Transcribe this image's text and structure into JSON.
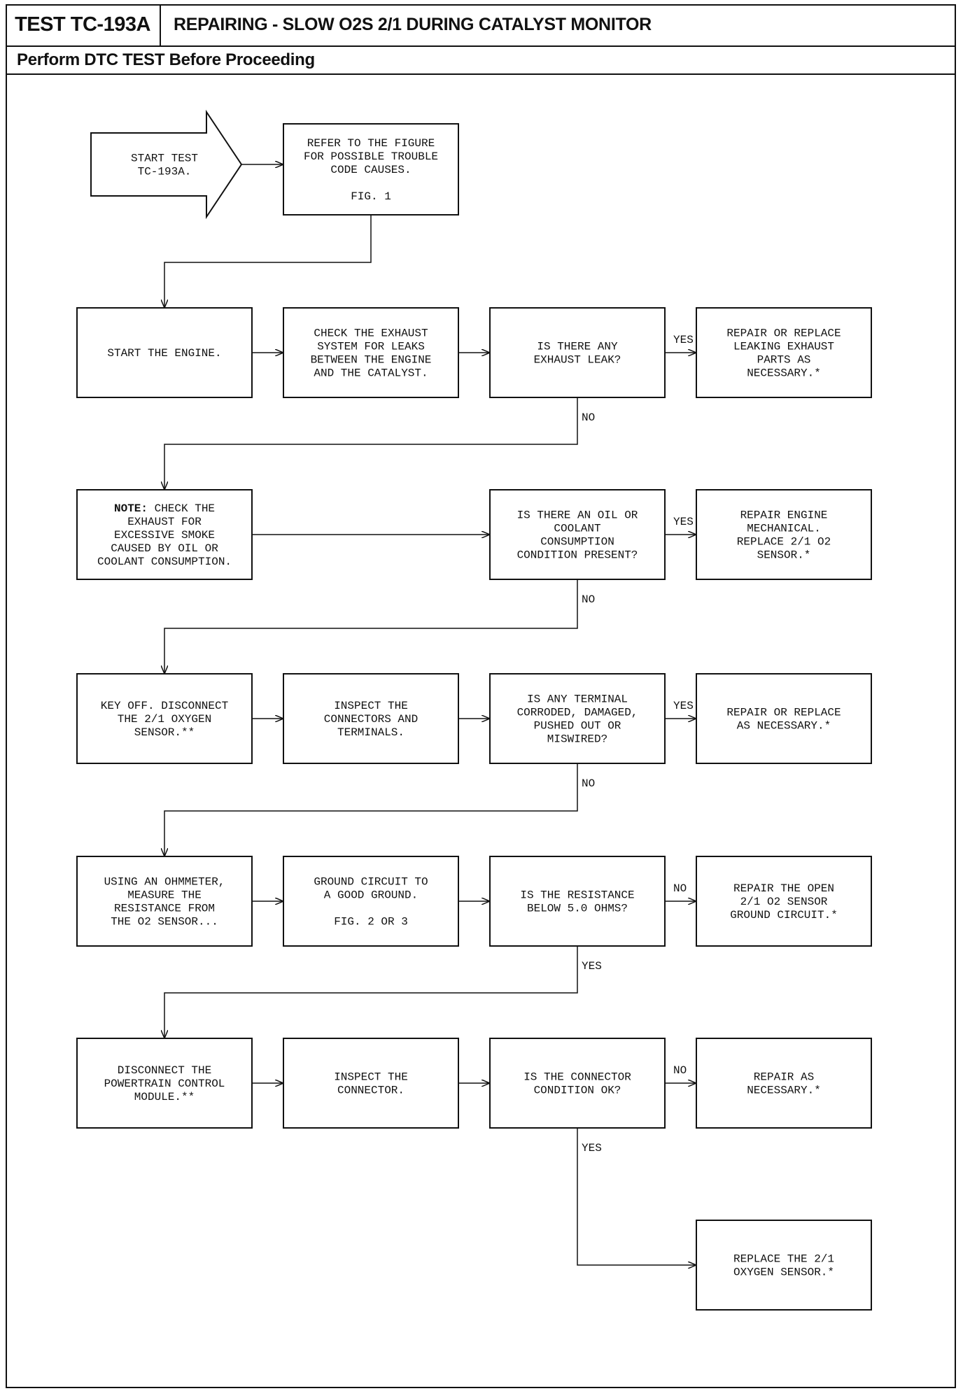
{
  "header": {
    "test_id": "TEST TC-193A",
    "title": "REPAIRING - SLOW O2S 2/1 DURING CATALYST MONITOR",
    "subtitle": "Perform DTC TEST Before Proceeding"
  },
  "nodes": {
    "start": {
      "lines": [
        "START TEST",
        "TC-193A."
      ]
    },
    "refer": {
      "lines": [
        "REFER TO THE FIGURE",
        "FOR POSSIBLE TROUBLE",
        "CODE CAUSES.",
        "",
        "FIG. 1"
      ]
    },
    "start_engine": {
      "lines": [
        "START THE ENGINE."
      ]
    },
    "check_exhaust": {
      "lines": [
        "CHECK THE EXHAUST",
        "SYSTEM FOR LEAKS",
        "BETWEEN THE ENGINE",
        "AND THE CATALYST."
      ]
    },
    "q_leak": {
      "lines": [
        "IS THERE ANY",
        "EXHAUST LEAK?"
      ]
    },
    "repair_leak": {
      "lines": [
        "REPAIR OR REPLACE",
        "LEAKING EXHAUST",
        "PARTS AS",
        "NECESSARY.*"
      ]
    },
    "note_smoke": {
      "note_keyword": "NOTE:",
      "lines": [
        "CHECK THE",
        "EXHAUST FOR",
        "EXCESSIVE SMOKE",
        "CAUSED BY OIL OR",
        "COOLANT CONSUMPTION."
      ]
    },
    "q_oil": {
      "lines": [
        "IS THERE AN OIL OR",
        "COOLANT",
        "CONSUMPTION",
        "CONDITION PRESENT?"
      ]
    },
    "repair_engine": {
      "lines": [
        "REPAIR ENGINE",
        "MECHANICAL.",
        "REPLACE 2/1 O2",
        "SENSOR.*"
      ]
    },
    "key_off": {
      "lines": [
        "KEY OFF. DISCONNECT",
        "THE 2/1 OXYGEN",
        "SENSOR.**"
      ]
    },
    "inspect_conn_term": {
      "lines": [
        "INSPECT THE",
        "CONNECTORS AND",
        "TERMINALS."
      ]
    },
    "q_terminal": {
      "lines": [
        "IS ANY TERMINAL",
        "CORRODED, DAMAGED,",
        "PUSHED OUT OR",
        "MISWIRED?"
      ]
    },
    "repair_terminal": {
      "lines": [
        "REPAIR OR REPLACE",
        "AS NECESSARY.*"
      ]
    },
    "ohmmeter": {
      "lines": [
        "USING AN OHMMETER,",
        "MEASURE THE",
        "RESISTANCE FROM",
        "THE O2 SENSOR..."
      ]
    },
    "ground_circuit": {
      "lines": [
        "GROUND CIRCUIT TO",
        "A GOOD GROUND.",
        "",
        "FIG. 2 OR 3"
      ]
    },
    "q_resistance": {
      "lines": [
        "IS THE RESISTANCE",
        "BELOW 5.0 OHMS?"
      ]
    },
    "repair_open": {
      "lines": [
        "REPAIR THE OPEN",
        "2/1 O2 SENSOR",
        "GROUND CIRCUIT.*"
      ]
    },
    "disconnect_pcm": {
      "lines": [
        "DISCONNECT THE",
        "POWERTRAIN CONTROL",
        "MODULE.**"
      ]
    },
    "inspect_connector": {
      "lines": [
        "INSPECT THE",
        "CONNECTOR."
      ]
    },
    "q_connector": {
      "lines": [
        "IS THE CONNECTOR",
        "CONDITION OK?"
      ]
    },
    "repair_as_needed": {
      "lines": [
        "REPAIR AS",
        "NECESSARY.*"
      ]
    },
    "replace_sensor": {
      "lines": [
        "REPLACE THE 2/1",
        "OXYGEN SENSOR.*"
      ]
    }
  },
  "edge_labels": {
    "leak_yes": "YES",
    "leak_no": "NO",
    "oil_yes": "YES",
    "oil_no": "NO",
    "terminal_yes": "YES",
    "terminal_no": "NO",
    "resistance_no": "NO",
    "resistance_yes": "YES",
    "connector_no": "NO",
    "connector_yes": "YES"
  }
}
